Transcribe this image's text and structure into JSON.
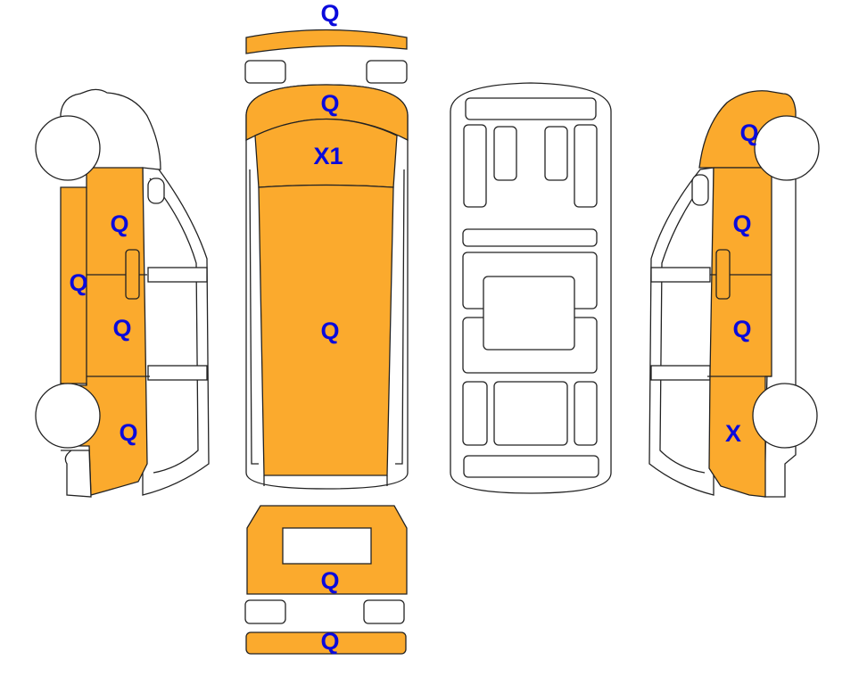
{
  "colors": {
    "damaged_panel": "#FBAA2D",
    "label": "#0A0ADC",
    "outline": "#222222"
  },
  "labels": {
    "front_bumper": "Q",
    "hood": "Q",
    "windshield": "X1",
    "roof": "Q",
    "left_front_door": "Q",
    "left_rocker": "Q",
    "left_rear_door": "Q",
    "left_rear_quarter": "Q",
    "right_front_fender": "Q",
    "right_front_door": "Q",
    "right_rear_door": "Q",
    "right_rear_quarter": "X",
    "rear_doors": "Q",
    "rear_bumper": "Q"
  }
}
